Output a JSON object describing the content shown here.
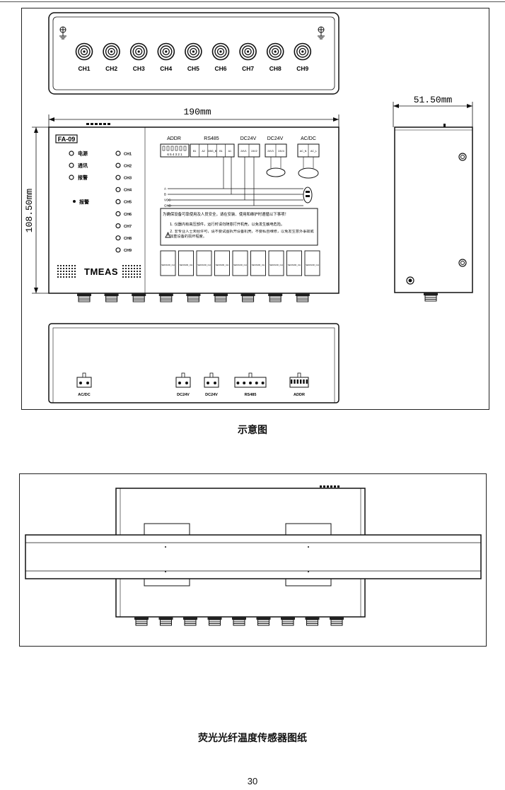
{
  "figure1": {
    "channels": [
      "CH1",
      "CH2",
      "CH3",
      "CH4",
      "CH5",
      "CH6",
      "CH7",
      "CH8",
      "CH9"
    ],
    "dim_width": "190mm",
    "dim_height": "108.50mm",
    "dim_depth": "51.50mm",
    "model_label": "FA-09",
    "brand": "TMEAS",
    "status_indicators": [
      "电源",
      "通讯",
      "报警"
    ],
    "alarm_indicator": "报警",
    "channel_indicators": [
      "CH1",
      "CH2",
      "CH3",
      "CH4",
      "CH5",
      "CH6",
      "CH7",
      "CH8",
      "CH9"
    ],
    "terminal_groups": [
      "ADDR",
      "RS485",
      "DC24V",
      "DC24V",
      "AC/DC"
    ],
    "rs485_pins": [
      "B1",
      "A2",
      "DBG_B",
      "B1",
      "A1"
    ],
    "dc24v_pins": [
      "24V1",
      "24V2"
    ],
    "dc24v_out_pins": [
      "24V3",
      "24V4"
    ],
    "acdc_pins": [
      "AC_N",
      "AC_L"
    ],
    "addr_digits": "6 5 4 3 2 1",
    "bus_lines": [
      "A",
      "B",
      "VCC",
      "GND"
    ],
    "warning_title": "为确保设备可靠使用及人员安全，请在安装、使用和维护时遵循以下事项！",
    "warning_line1": "1. 仪器内有高压部件，运行时请勿随意打开机壳，以免发生触电危险。",
    "warning_line2": "2. 非专业人士未经许可，请不要试图拆开设备机壳，不要私自维修，以免发生意外事故或加重设备的损坏程度。",
    "probe_label": "SENSOR_CH",
    "bottom_connectors": [
      "AC/DC",
      "DC24V",
      "DC24V",
      "RS485",
      "ADDR"
    ]
  },
  "caption1": "示意图",
  "caption2": "荧光光纤温度传感器图纸",
  "page_number": "30"
}
